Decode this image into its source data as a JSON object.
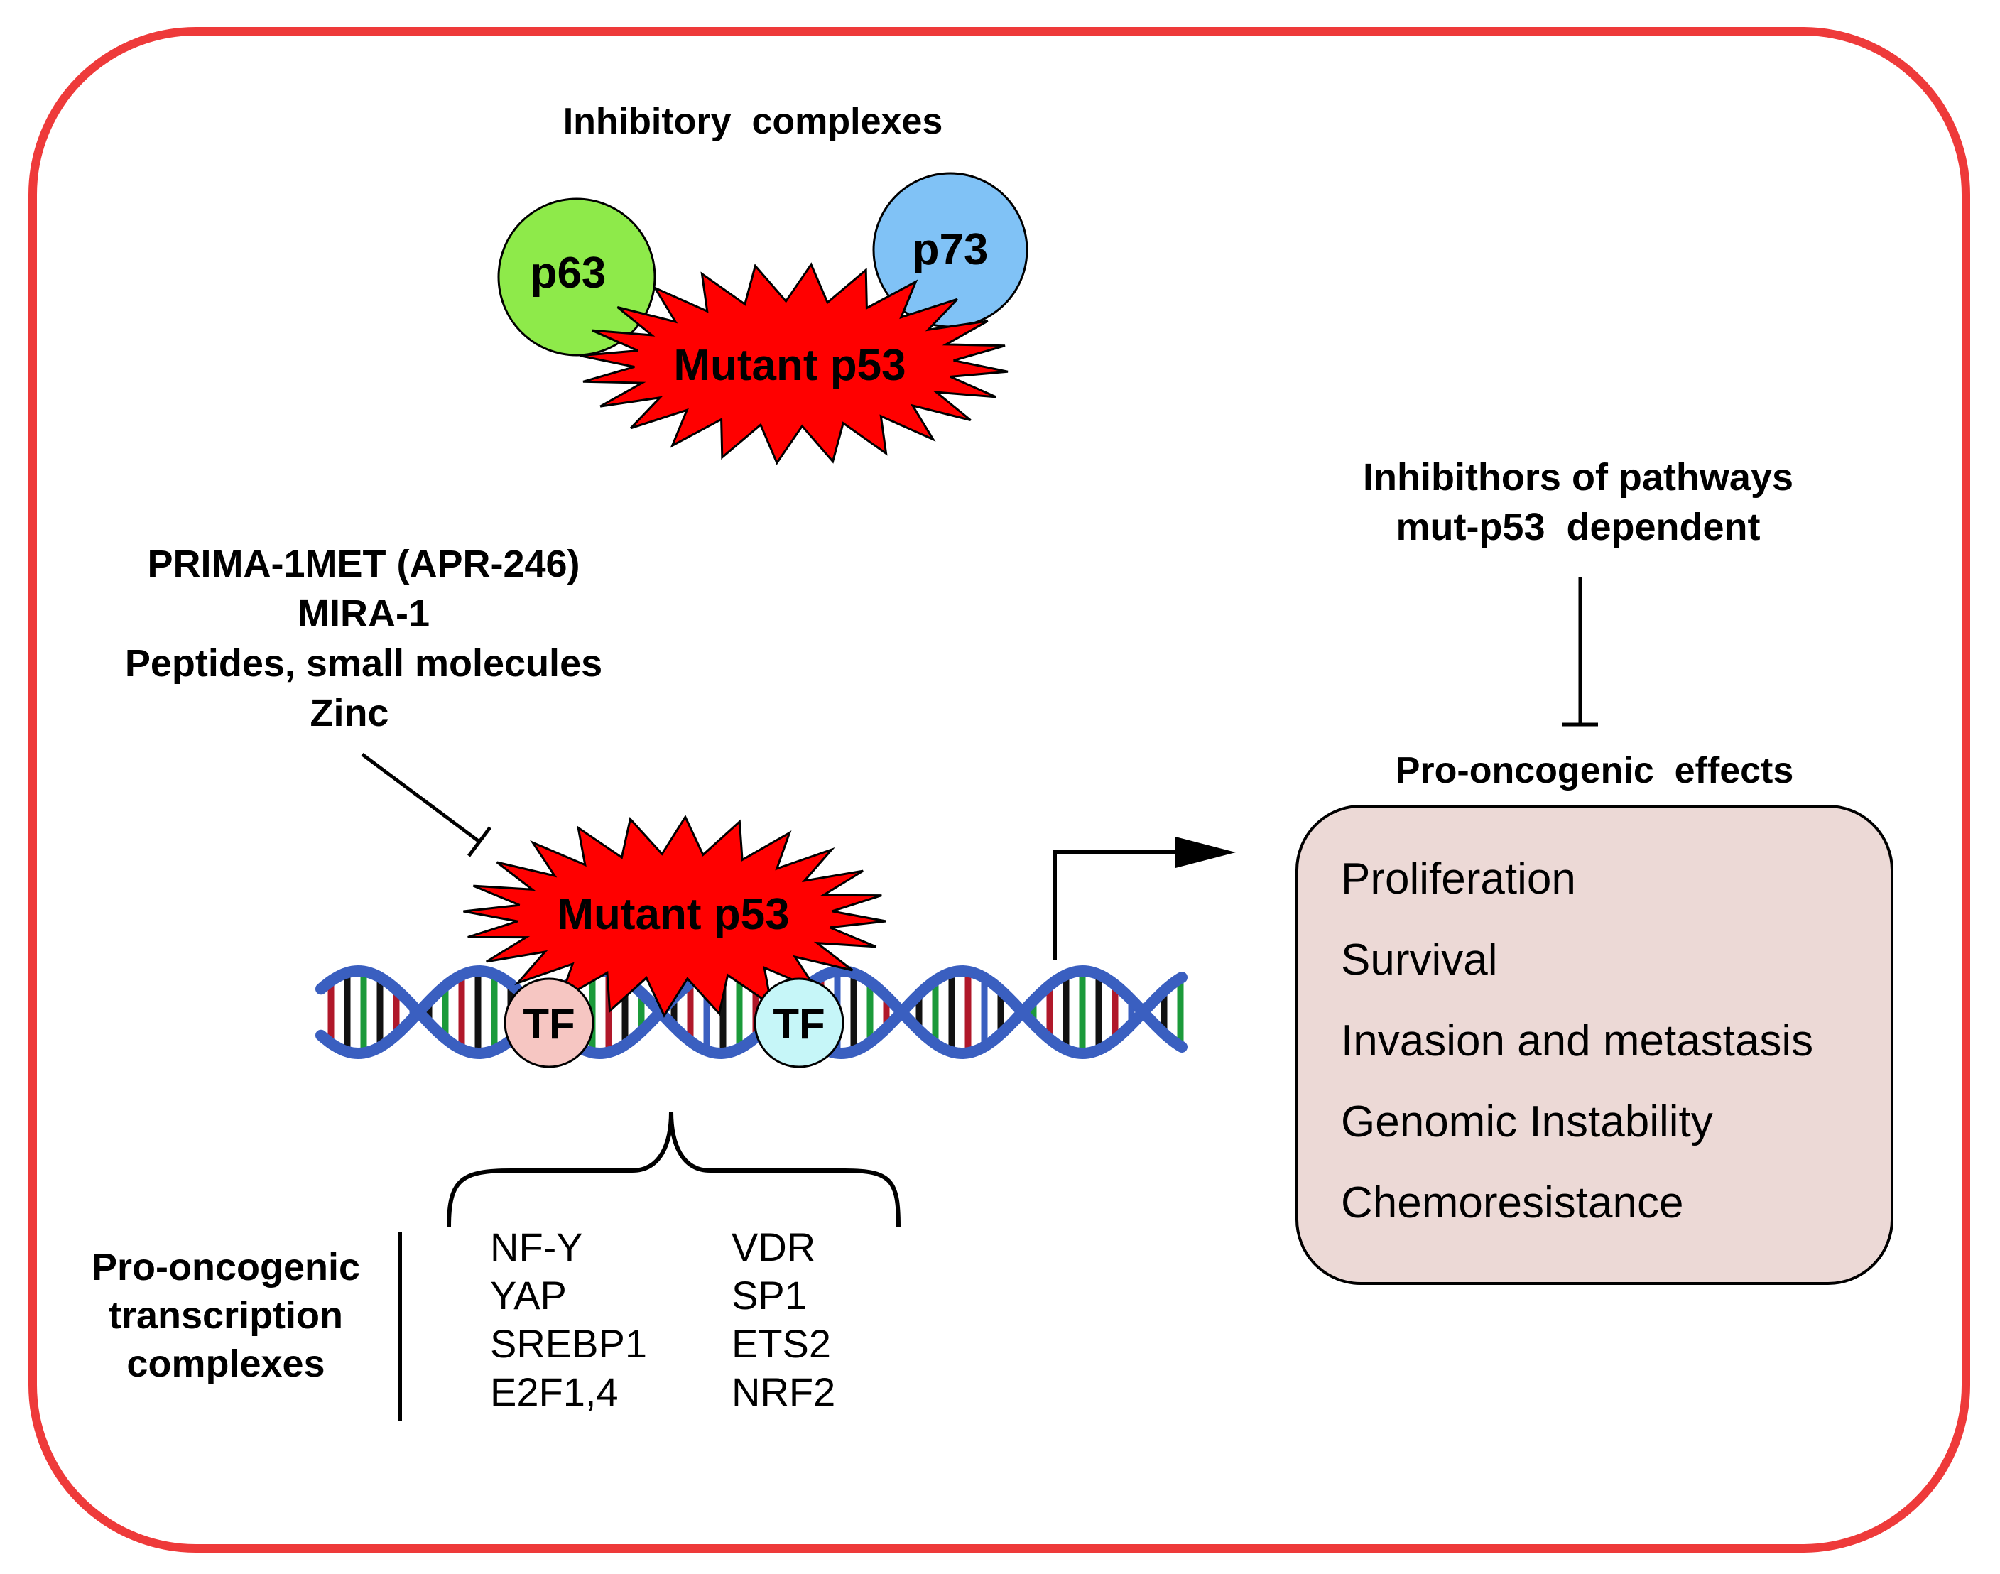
{
  "inhibitory_complexes": {
    "title": "Inhibitory  complexes",
    "p63_label": "p63",
    "p73_label": "p73",
    "mutant_label": "Mutant p53"
  },
  "reactivators": {
    "lines": [
      "PRIMA-1MET (APR-246)",
      "MIRA-1",
      "Peptides, small molecules",
      "Zinc"
    ]
  },
  "dna_complex": {
    "mutant_label": "Mutant p53",
    "tf_left_label": "TF",
    "tf_right_label": "TF"
  },
  "transcription_complexes": {
    "title_lines": [
      "Pro-oncogenic",
      "transcription",
      "complexes"
    ],
    "col1": [
      "NF-Y",
      "YAP",
      "SREBP1",
      "E2F1,4"
    ],
    "col2": [
      "VDR",
      "SP1",
      "ETS2",
      "NRF2"
    ]
  },
  "pathway_inhibitors": {
    "lines": [
      "Inhibithors of pathways",
      "mut-p53  dependent"
    ]
  },
  "effects": {
    "title": "Pro-oncogenic  effects",
    "items": [
      "Proliferation",
      "Survival",
      "Invasion and metastasis",
      "Genomic Instability",
      "Chemoresistance"
    ]
  },
  "colors": {
    "frame": "#ee3a3a",
    "mutant_star": "#ff0000",
    "p63": "#8eea4a",
    "p73": "#80c2f6",
    "tf_left": "#f6c6c2",
    "tf_right": "#c6f6f8",
    "dna_backbone": "#3a5fc0",
    "effects_box": "#ecd9d6"
  }
}
